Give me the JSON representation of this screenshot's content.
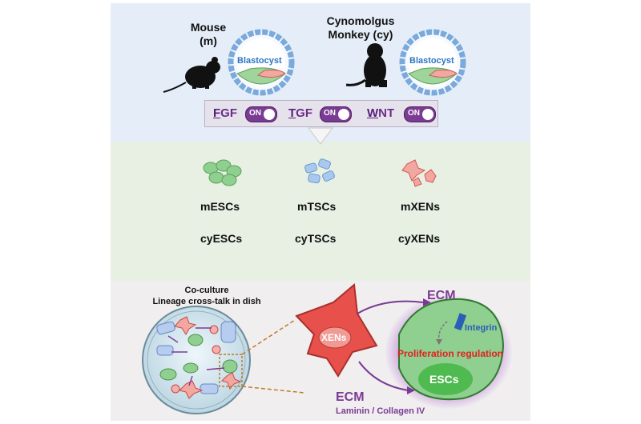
{
  "top": {
    "species": [
      {
        "name_line1": "Mouse",
        "name_line2": "(m)"
      },
      {
        "name_line1": "Cynomolgus",
        "name_line2": "Monkey (cy)"
      }
    ],
    "blastocyst_label": "Blastocyst",
    "toggles": [
      {
        "initial": "F",
        "rest": "GF",
        "state": "ON"
      },
      {
        "initial": "T",
        "rest": "GF",
        "state": "ON"
      },
      {
        "initial": "W",
        "rest": "NT",
        "state": "ON"
      }
    ]
  },
  "middle": {
    "columns": [
      {
        "mouse": "mESCs",
        "monkey": "cyESCs"
      },
      {
        "mouse": "mTSCs",
        "monkey": "cyTSCs"
      },
      {
        "mouse": "mXENs",
        "monkey": "cyXENs"
      }
    ]
  },
  "bottom": {
    "title_line1": "Co-culture",
    "title_line2": "Lineage cross-talk in dish",
    "xen_label": "XENs",
    "ecm_top": "ECM",
    "integrin": "Integrin",
    "proliferation": "Proliferation regulation",
    "escs": "ESCs",
    "ecm_bottom": "ECM",
    "ecm_bottom_sub": "Laminin / Collagen IV"
  },
  "colors": {
    "esc_green": "#8fcf8f",
    "tsc_blue": "#a9c8ee",
    "xen_red": "#e8514b",
    "accent_purple": "#7a3b93",
    "proliferation_red": "#e02020"
  }
}
